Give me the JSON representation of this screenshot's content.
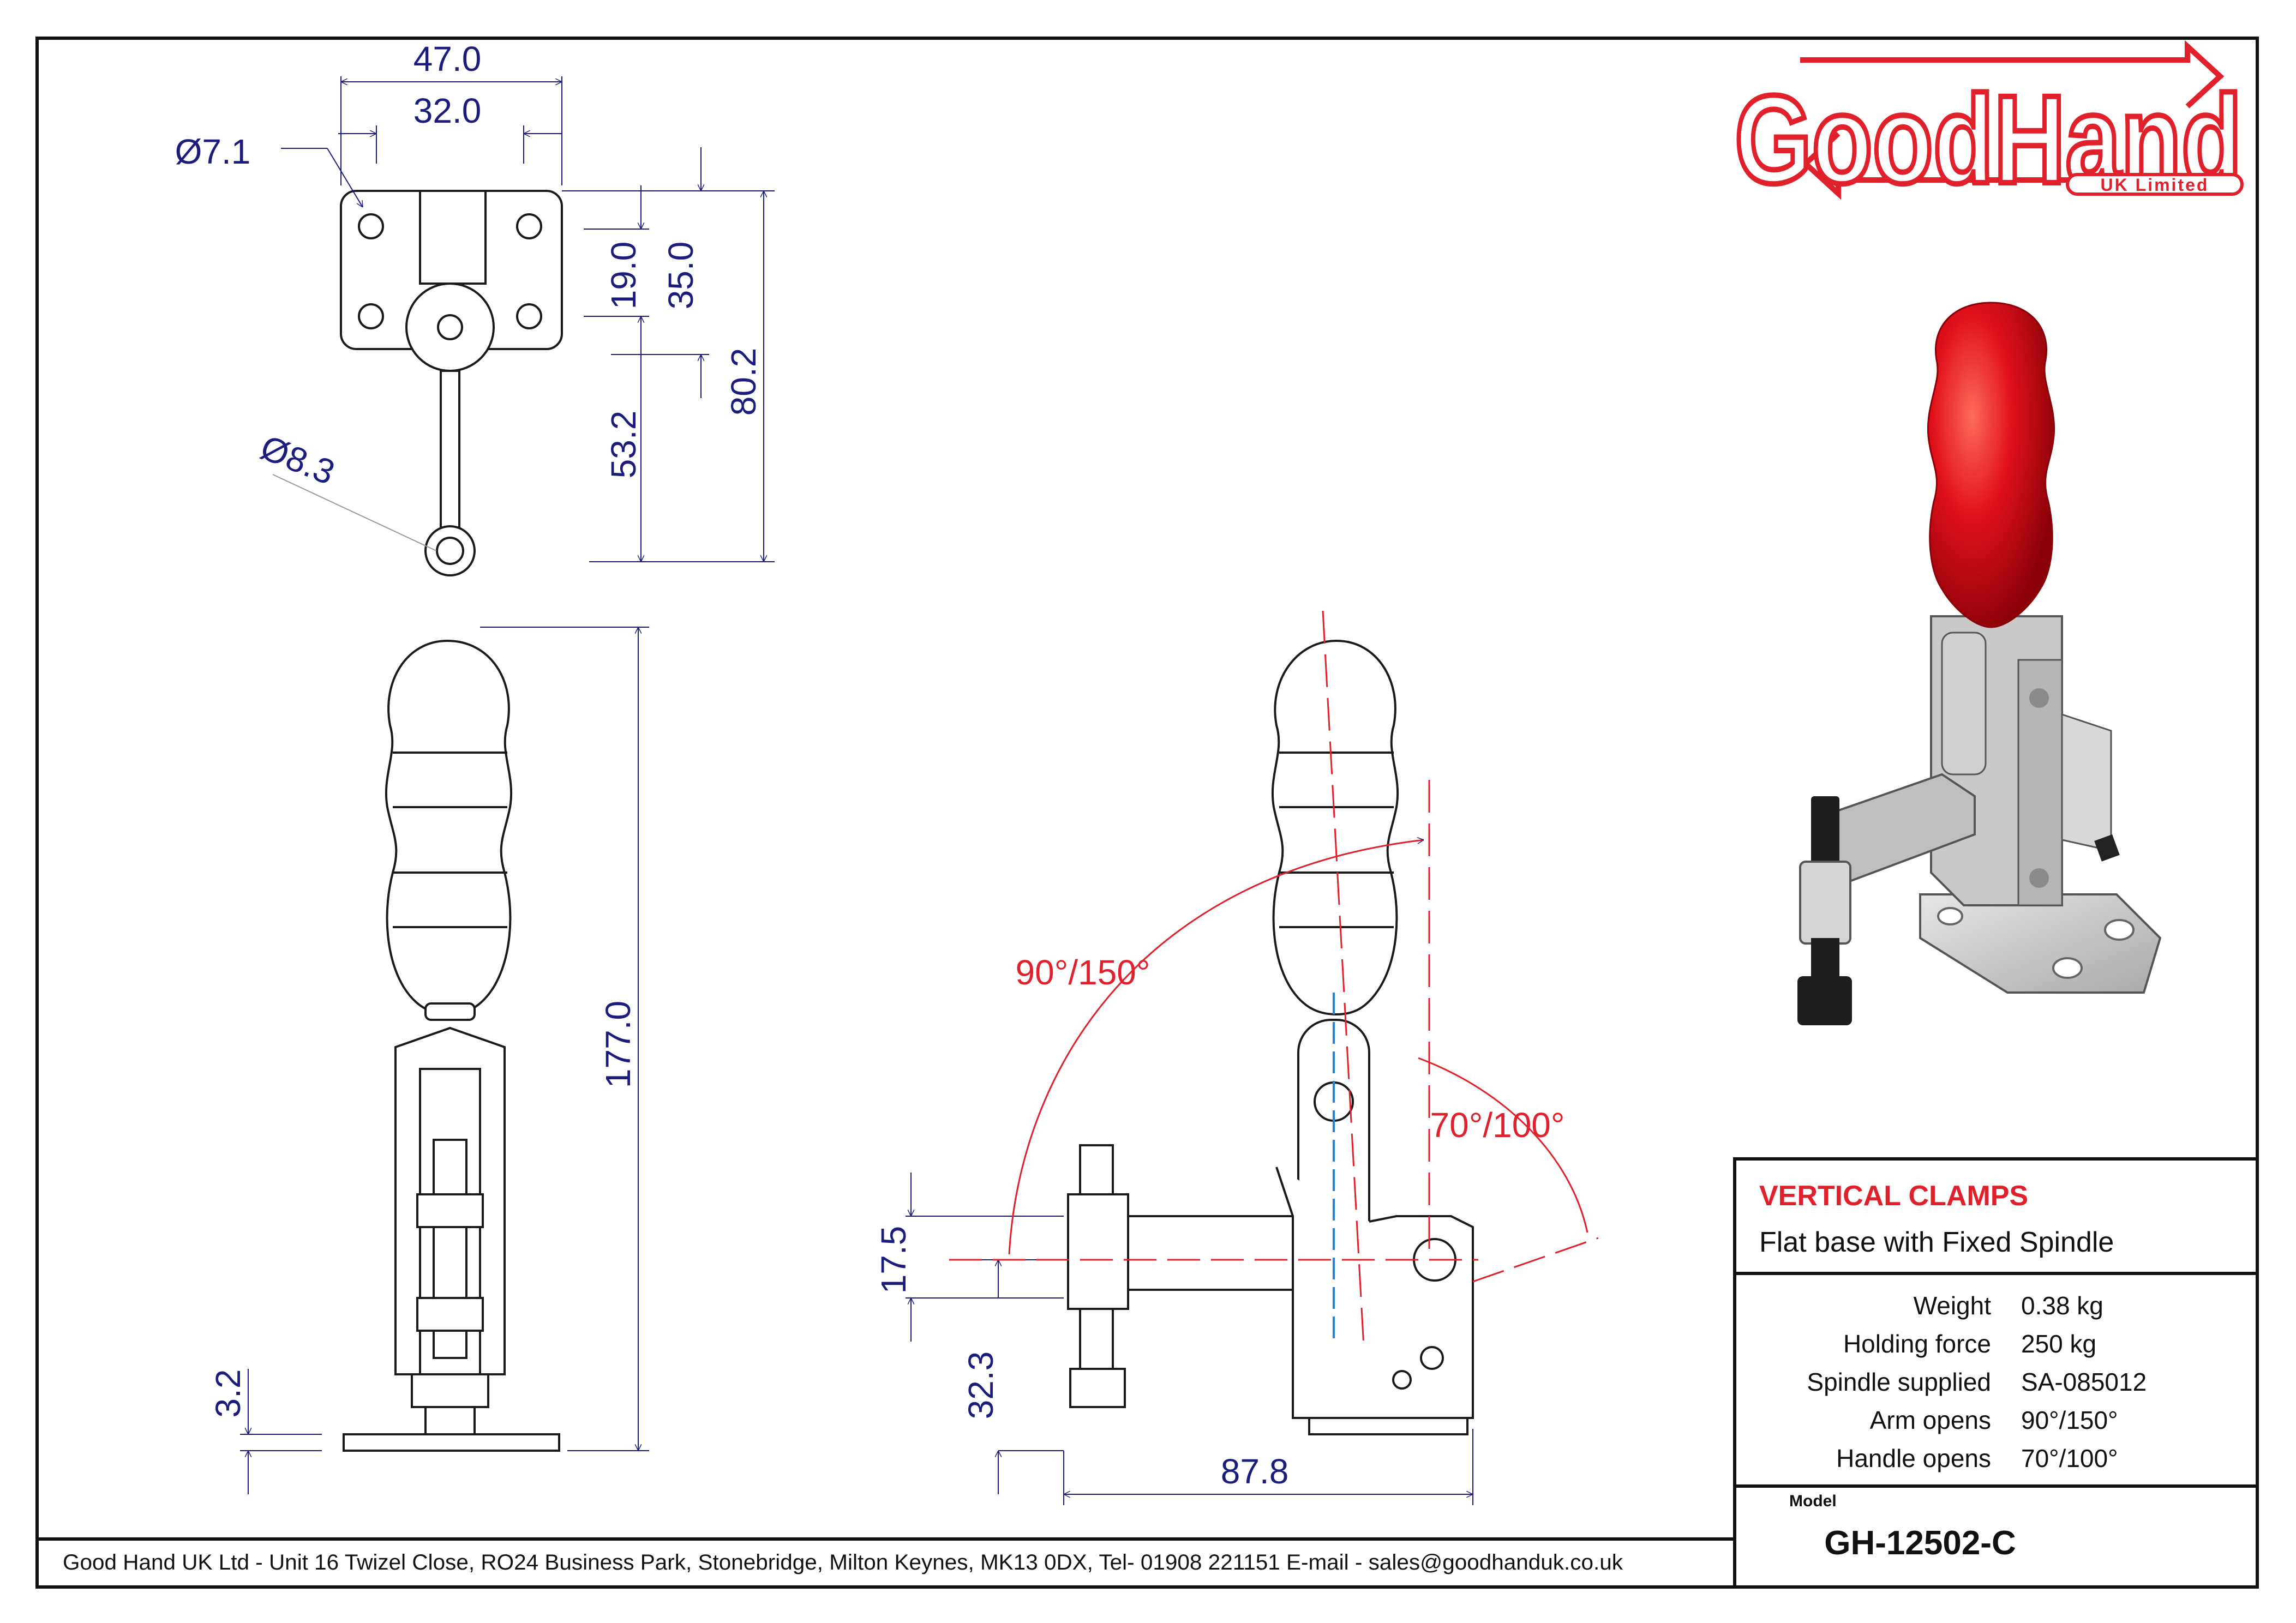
{
  "logo": {
    "text": "GoodHand",
    "subtext": "UK Limited"
  },
  "title_block": {
    "category": "VERTICAL CLAMPS",
    "description": "Flat base with Fixed Spindle",
    "specs": [
      {
        "label": "Weight",
        "value": "0.38 kg"
      },
      {
        "label": "Holding force",
        "value": "250 kg"
      },
      {
        "label": "Spindle supplied",
        "value": "SA-085012"
      },
      {
        "label": "Arm opens",
        "value": "90°/150°"
      },
      {
        "label": "Handle opens",
        "value": "70°/100°"
      }
    ],
    "model_label": "Model",
    "model": "GH-12502-C"
  },
  "footer": {
    "address": "Good Hand UK Ltd  - Unit 16 Twizel Close, RO24 Business Park, Stonebridge, Milton Keynes, MK13 0DX,  Tel- 01908 221151  E-mail - sales@goodhanduk.co.uk"
  },
  "dimensions": {
    "top_width_outer": "47.0",
    "top_width_inner": "32.0",
    "hole_dia": "Ø7.1",
    "spindle_dia": "Ø8.3",
    "v19": "19.0",
    "v35": "35.0",
    "v53": "53.2",
    "v80": "80.2",
    "height_177": "177.0",
    "base_3": "3.2",
    "side_17": "17.5",
    "side_32": "32.3",
    "reach_87": "87.8",
    "arm_angle": "90°/150°",
    "handle_angle": "70°/100°"
  },
  "colors": {
    "dimension": "#1c1c7c",
    "accent_red": "#e0202a",
    "line": "#1a1a1a",
    "handle_red": "#d90f15"
  }
}
